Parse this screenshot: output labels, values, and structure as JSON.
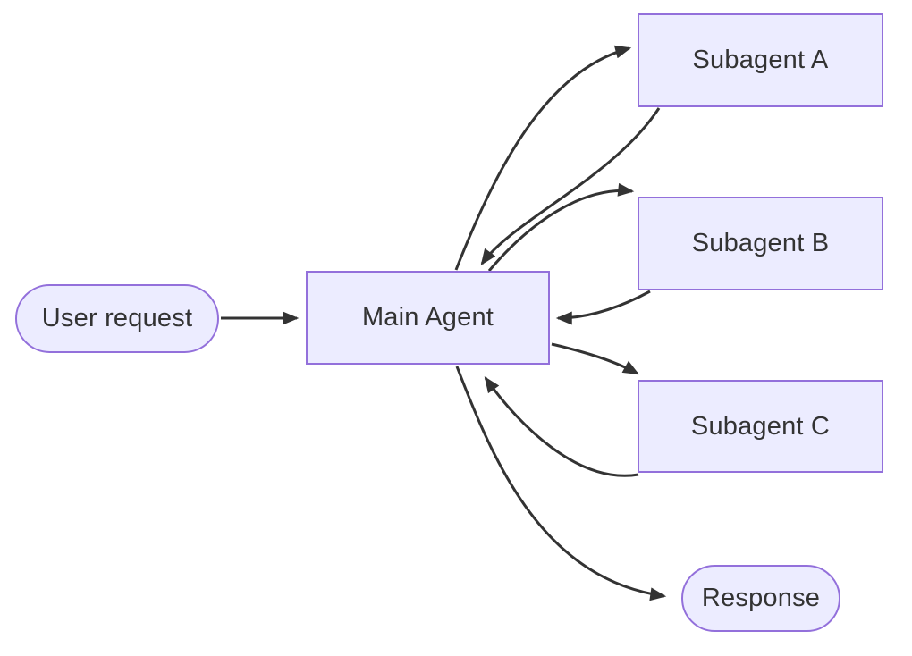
{
  "diagram": {
    "type": "flowchart",
    "direction": "left-to-right",
    "background_color": "#ffffff",
    "node_fill_color": "#ECECFF",
    "node_border_color": "#9370DB",
    "edge_color": "#333333",
    "text_color": "#333333",
    "nodes": [
      {
        "id": "user-request",
        "label": "User request",
        "shape": "stadium"
      },
      {
        "id": "main-agent",
        "label": "Main Agent",
        "shape": "rectangle"
      },
      {
        "id": "subagent-a",
        "label": "Subagent A",
        "shape": "rectangle"
      },
      {
        "id": "subagent-b",
        "label": "Subagent B",
        "shape": "rectangle"
      },
      {
        "id": "subagent-c",
        "label": "Subagent C",
        "shape": "rectangle"
      },
      {
        "id": "response",
        "label": "Response",
        "shape": "stadium"
      }
    ],
    "edges": [
      {
        "from": "user-request",
        "to": "main-agent"
      },
      {
        "from": "main-agent",
        "to": "subagent-a"
      },
      {
        "from": "subagent-a",
        "to": "main-agent"
      },
      {
        "from": "main-agent",
        "to": "subagent-b"
      },
      {
        "from": "subagent-b",
        "to": "main-agent"
      },
      {
        "from": "main-agent",
        "to": "subagent-c"
      },
      {
        "from": "subagent-c",
        "to": "main-agent"
      },
      {
        "from": "main-agent",
        "to": "response"
      }
    ]
  }
}
